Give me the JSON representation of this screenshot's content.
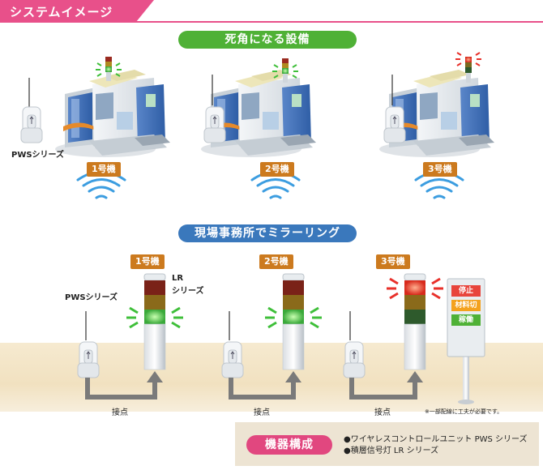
{
  "header": {
    "title": "システムイメージ"
  },
  "top_section": {
    "pill": "死角になる設備",
    "pws_label": "PWSシリーズ",
    "machines": [
      "1号機",
      "2号機",
      "3号機"
    ]
  },
  "bottom_section": {
    "pill": "現場事務所でミラーリング",
    "machines": [
      "1号機",
      "2号機",
      "3号機"
    ],
    "pws_label": "PWSシリーズ",
    "lr_label_line1": "LR",
    "lr_label_line2": "シリーズ",
    "contact_labels": [
      "接点",
      "接点",
      "接点"
    ],
    "note": "※一部配線に工夫が必要です。",
    "board": {
      "items": [
        "停止",
        "材料切",
        "稼働"
      ],
      "colors": [
        "#e8453c",
        "#f4a21e",
        "#4fb136"
      ]
    }
  },
  "footer": {
    "pill": "機器構成",
    "items": [
      "●ワイヤレスコントロールユニット PWS シリーズ",
      "●積層信号灯 LR シリーズ"
    ]
  },
  "colors": {
    "header": "#e8508a",
    "green_pill": "#4fb136",
    "blue_pill": "#3a78bc",
    "badge": "#cc7a1e",
    "footer_pill": "#e1477f"
  }
}
